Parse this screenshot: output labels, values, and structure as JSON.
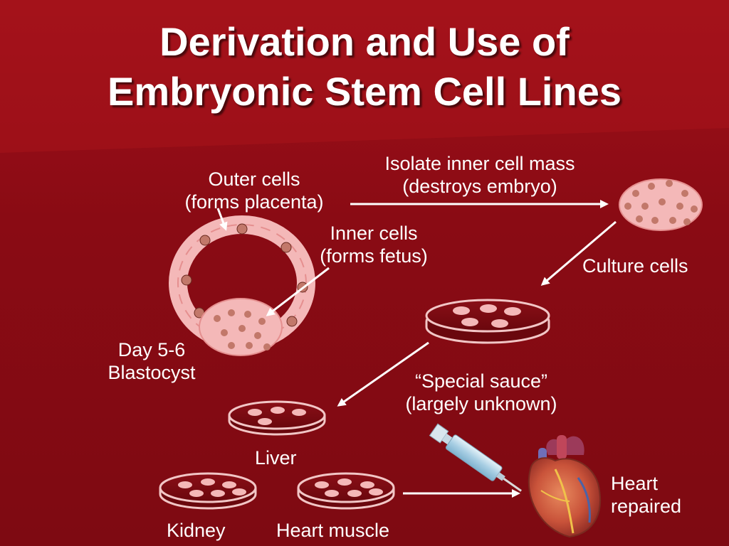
{
  "slide": {
    "title_line1": "Derivation and Use of",
    "title_line2": "Embryonic Stem Cell Lines"
  },
  "labels": {
    "outer_cells_line1": "Outer cells",
    "outer_cells_line2": "(forms placenta)",
    "isolate_line1": "Isolate inner cell mass",
    "isolate_line2": "(destroys embryo)",
    "inner_cells_line1": "Inner cells",
    "inner_cells_line2": "(forms fetus)",
    "culture_cells": "Culture cells",
    "blastocyst_line1": "Day 5-6",
    "blastocyst_line2": "Blastocyst",
    "special_sauce_line1": "“Special sauce”",
    "special_sauce_line2": "(largely unknown)",
    "liver": "Liver",
    "kidney": "Kidney",
    "heart_muscle": "Heart muscle",
    "heart_repaired_line1": "Heart",
    "heart_repaired_line2": "repaired"
  },
  "colors": {
    "background": "#8b0a12",
    "cell_fill": "#f4b8b8",
    "nucleus": "#c2786a",
    "dish_rim": "#f2c6c6",
    "arrow": "#ffffff"
  }
}
